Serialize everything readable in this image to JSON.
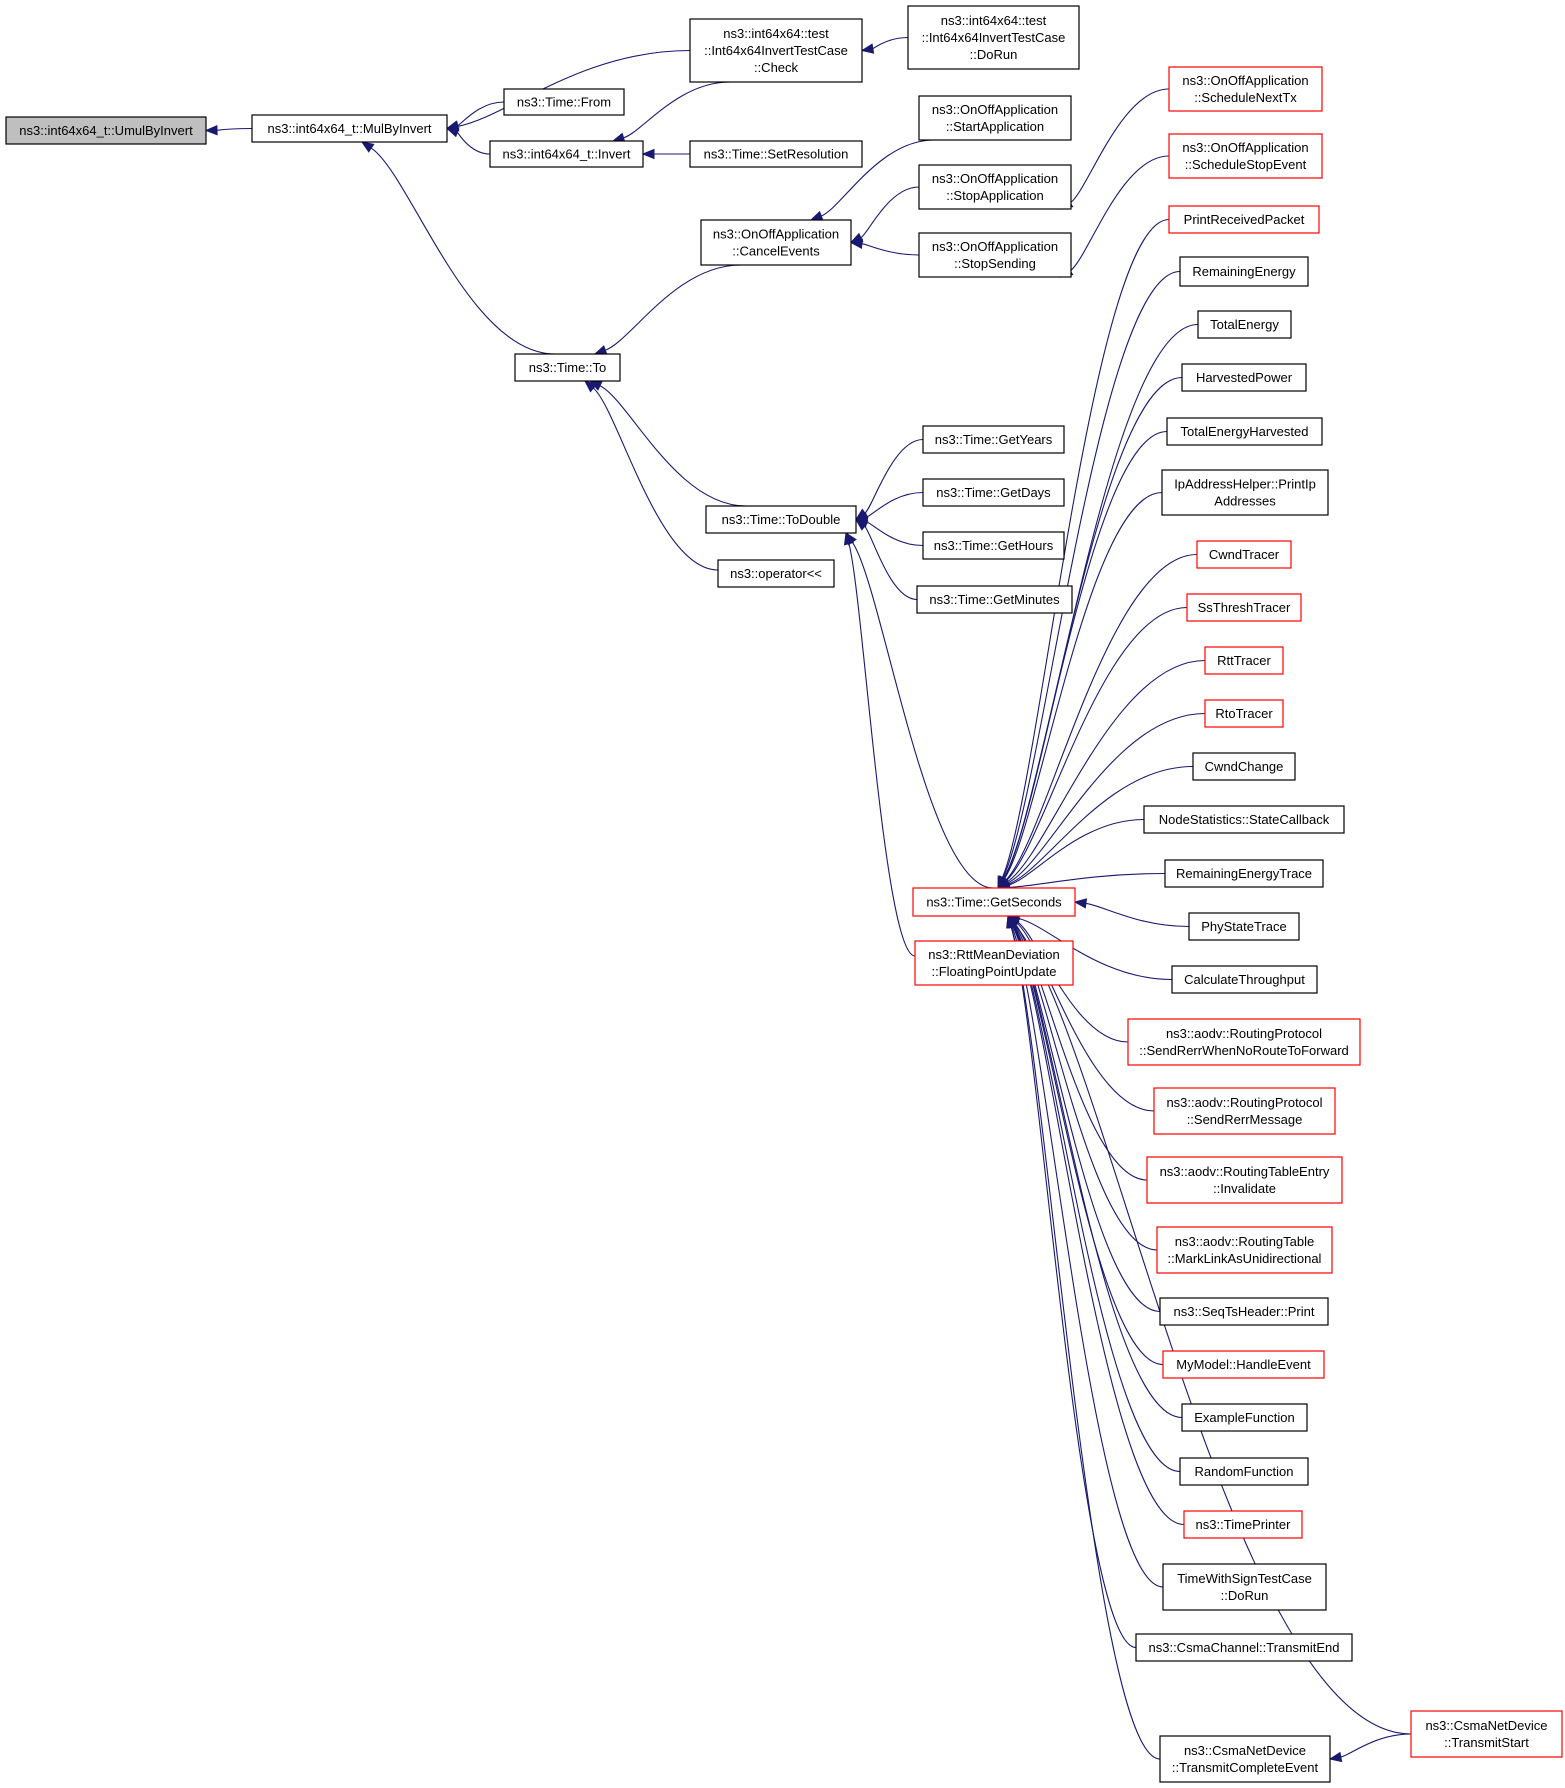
{
  "colors": {
    "edge": "#191970",
    "border_black": "#000000",
    "border_red": "#ff0000",
    "root_fill": "#bfbfbf"
  },
  "nodes": {
    "umul": {
      "lines": [
        "ns3::int64x64_t::UmulByInvert"
      ],
      "style": "root"
    },
    "mulbyinvert": {
      "lines": [
        "ns3::int64x64_t::MulByInvert"
      ],
      "style": "black"
    },
    "check": {
      "lines": [
        "ns3::int64x64::test",
        "::Int64x64InvertTestCase",
        "::Check"
      ],
      "style": "black"
    },
    "from": {
      "lines": [
        "ns3::Time::From"
      ],
      "style": "black"
    },
    "invert": {
      "lines": [
        "ns3::int64x64_t::Invert"
      ],
      "style": "black"
    },
    "dorun": {
      "lines": [
        "ns3::int64x64::test",
        "::Int64x64InvertTestCase",
        "::DoRun"
      ],
      "style": "black"
    },
    "setres": {
      "lines": [
        "ns3::Time::SetResolution"
      ],
      "style": "black"
    },
    "startapp": {
      "lines": [
        "ns3::OnOffApplication",
        "::StartApplication"
      ],
      "style": "black"
    },
    "stopapp": {
      "lines": [
        "ns3::OnOffApplication",
        "::StopApplication"
      ],
      "style": "black"
    },
    "cancel": {
      "lines": [
        "ns3::OnOffApplication",
        "::CancelEvents"
      ],
      "style": "black"
    },
    "stopsending": {
      "lines": [
        "ns3::OnOffApplication",
        "::StopSending"
      ],
      "style": "black"
    },
    "schednext": {
      "lines": [
        "ns3::OnOffApplication",
        "::ScheduleNextTx"
      ],
      "style": "red"
    },
    "schedstop": {
      "lines": [
        "ns3::OnOffApplication",
        "::ScheduleStopEvent"
      ],
      "style": "red"
    },
    "to": {
      "lines": [
        "ns3::Time::To"
      ],
      "style": "black"
    },
    "todouble": {
      "lines": [
        "ns3::Time::ToDouble"
      ],
      "style": "black"
    },
    "opshift": {
      "lines": [
        "ns3::operator<<"
      ],
      "style": "black"
    },
    "getyears": {
      "lines": [
        "ns3::Time::GetYears"
      ],
      "style": "black"
    },
    "getdays": {
      "lines": [
        "ns3::Time::GetDays"
      ],
      "style": "black"
    },
    "gethours": {
      "lines": [
        "ns3::Time::GetHours"
      ],
      "style": "black"
    },
    "getminutes": {
      "lines": [
        "ns3::Time::GetMinutes"
      ],
      "style": "black"
    },
    "getseconds": {
      "lines": [
        "ns3::Time::GetSeconds"
      ],
      "style": "red"
    },
    "rttmean": {
      "lines": [
        "ns3::RttMeanDeviation",
        "::FloatingPointUpdate"
      ],
      "style": "red"
    },
    "printrecv": {
      "lines": [
        "PrintReceivedPacket"
      ],
      "style": "red"
    },
    "remenergy": {
      "lines": [
        "RemainingEnergy"
      ],
      "style": "black"
    },
    "totalenergy": {
      "lines": [
        "TotalEnergy"
      ],
      "style": "black"
    },
    "harvpower": {
      "lines": [
        "HarvestedPower"
      ],
      "style": "black"
    },
    "totharv": {
      "lines": [
        "TotalEnergyHarvested"
      ],
      "style": "black"
    },
    "ipaddr": {
      "lines": [
        "IpAddressHelper::PrintIp",
        "Addresses"
      ],
      "style": "black"
    },
    "cwndtracer": {
      "lines": [
        "CwndTracer"
      ],
      "style": "red"
    },
    "ssthresh": {
      "lines": [
        "SsThreshTracer"
      ],
      "style": "red"
    },
    "rtttracer": {
      "lines": [
        "RttTracer"
      ],
      "style": "red"
    },
    "rtotracer": {
      "lines": [
        "RtoTracer"
      ],
      "style": "red"
    },
    "cwndchange": {
      "lines": [
        "CwndChange"
      ],
      "style": "black"
    },
    "nodestats": {
      "lines": [
        "NodeStatistics::StateCallback"
      ],
      "style": "black"
    },
    "remenergytrace": {
      "lines": [
        "RemainingEnergyTrace"
      ],
      "style": "black"
    },
    "phystate": {
      "lines": [
        "PhyStateTrace"
      ],
      "style": "black"
    },
    "calcthr": {
      "lines": [
        "CalculateThroughput"
      ],
      "style": "black"
    },
    "aodvsend": {
      "lines": [
        "ns3::aodv::RoutingProtocol",
        "::SendRerrWhenNoRouteToForward"
      ],
      "style": "red"
    },
    "aodvrerr": {
      "lines": [
        "ns3::aodv::RoutingProtocol",
        "::SendRerrMessage"
      ],
      "style": "red"
    },
    "aodvinval": {
      "lines": [
        "ns3::aodv::RoutingTableEntry",
        "::Invalidate"
      ],
      "style": "red"
    },
    "aodvmark": {
      "lines": [
        "ns3::aodv::RoutingTable",
        "::MarkLinkAsUnidirectional"
      ],
      "style": "red"
    },
    "seqts": {
      "lines": [
        "ns3::SeqTsHeader::Print"
      ],
      "style": "black"
    },
    "mymodel": {
      "lines": [
        "MyModel::HandleEvent"
      ],
      "style": "red"
    },
    "examplefn": {
      "lines": [
        "ExampleFunction"
      ],
      "style": "black"
    },
    "randomfn": {
      "lines": [
        "RandomFunction"
      ],
      "style": "black"
    },
    "timeprinter": {
      "lines": [
        "ns3::TimePrinter"
      ],
      "style": "red"
    },
    "timewithsign": {
      "lines": [
        "TimeWithSignTestCase",
        "::DoRun"
      ],
      "style": "black"
    },
    "csmaend": {
      "lines": [
        "ns3::CsmaChannel::TransmitEnd"
      ],
      "style": "black"
    },
    "csmastart": {
      "lines": [
        "ns3::CsmaNetDevice",
        "::TransmitStart"
      ],
      "style": "red"
    },
    "csmacomplete": {
      "lines": [
        "ns3::CsmaNetDevice",
        "::TransmitCompleteEvent"
      ],
      "style": "black"
    }
  },
  "edges": [
    [
      "mulbyinvert",
      "umul"
    ],
    [
      "check",
      "mulbyinvert"
    ],
    [
      "from",
      "mulbyinvert"
    ],
    [
      "invert",
      "mulbyinvert"
    ],
    [
      "to",
      "mulbyinvert"
    ],
    [
      "dorun",
      "check"
    ],
    [
      "check",
      "invert"
    ],
    [
      "setres",
      "invert"
    ],
    [
      "cancel",
      "to"
    ],
    [
      "todouble",
      "to"
    ],
    [
      "opshift",
      "to"
    ],
    [
      "startapp",
      "cancel"
    ],
    [
      "stopapp",
      "cancel"
    ],
    [
      "stopsending",
      "cancel"
    ],
    [
      "schednext",
      "stopapp"
    ],
    [
      "schedstop",
      "stopsending"
    ],
    [
      "getyears",
      "todouble"
    ],
    [
      "getdays",
      "todouble"
    ],
    [
      "gethours",
      "todouble"
    ],
    [
      "getminutes",
      "todouble"
    ],
    [
      "getseconds",
      "todouble"
    ],
    [
      "rttmean",
      "todouble"
    ],
    [
      "printrecv",
      "getseconds"
    ],
    [
      "remenergy",
      "getseconds"
    ],
    [
      "totalenergy",
      "getseconds"
    ],
    [
      "harvpower",
      "getseconds"
    ],
    [
      "totharv",
      "getseconds"
    ],
    [
      "ipaddr",
      "getseconds"
    ],
    [
      "cwndtracer",
      "getseconds"
    ],
    [
      "ssthresh",
      "getseconds"
    ],
    [
      "rtttracer",
      "getseconds"
    ],
    [
      "rtotracer",
      "getseconds"
    ],
    [
      "cwndchange",
      "getseconds"
    ],
    [
      "nodestats",
      "getseconds"
    ],
    [
      "remenergytrace",
      "getseconds"
    ],
    [
      "phystate",
      "getseconds"
    ],
    [
      "calcthr",
      "getseconds"
    ],
    [
      "aodvsend",
      "getseconds"
    ],
    [
      "aodvrerr",
      "getseconds"
    ],
    [
      "aodvinval",
      "getseconds"
    ],
    [
      "aodvmark",
      "getseconds"
    ],
    [
      "seqts",
      "getseconds"
    ],
    [
      "mymodel",
      "getseconds"
    ],
    [
      "examplefn",
      "getseconds"
    ],
    [
      "randomfn",
      "getseconds"
    ],
    [
      "timeprinter",
      "getseconds"
    ],
    [
      "timewithsign",
      "getseconds"
    ],
    [
      "csmaend",
      "getseconds"
    ],
    [
      "csmastart",
      "getseconds"
    ],
    [
      "csmacomplete",
      "getseconds"
    ],
    [
      "csmastart",
      "csmacomplete"
    ]
  ]
}
